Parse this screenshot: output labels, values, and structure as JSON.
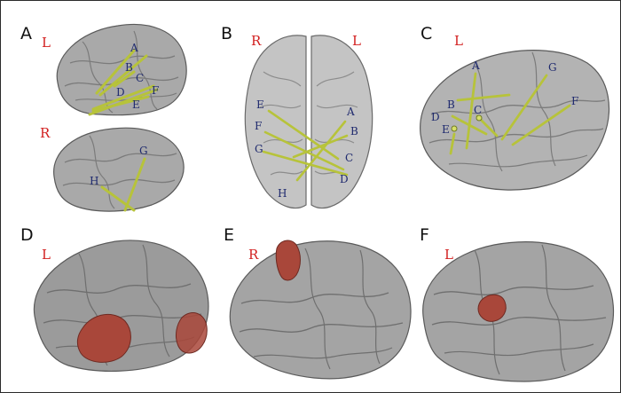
{
  "panel_letters": [
    "A",
    "B",
    "C",
    "D",
    "E",
    "F"
  ],
  "hemisphere_labels": {
    "A_top": "L",
    "A_bottom": "R",
    "B_left": "R",
    "B_right": "L",
    "C": "L",
    "D": "L",
    "E": "R",
    "F": "L"
  },
  "electrode_labels": {
    "A_top": [
      "A",
      "B",
      "C",
      "D",
      "F",
      "E"
    ],
    "A_bottom": [
      "G",
      "H"
    ],
    "B": [
      "E",
      "F",
      "G",
      "H",
      "A",
      "B",
      "C",
      "D"
    ],
    "C": [
      "A",
      "B",
      "D",
      "E",
      "C",
      "G",
      "F"
    ]
  },
  "colors": {
    "brain_fill": "#a9a9a9",
    "brain_stroke": "#5a5a5a",
    "gyri": "#7b7b7b",
    "electrode": "#b7c33a",
    "electrode_dark": "#6f7a22",
    "region": "#a9473a",
    "hemisphere_label": "#d21f1f",
    "electrode_label": "#1f2a6e"
  }
}
